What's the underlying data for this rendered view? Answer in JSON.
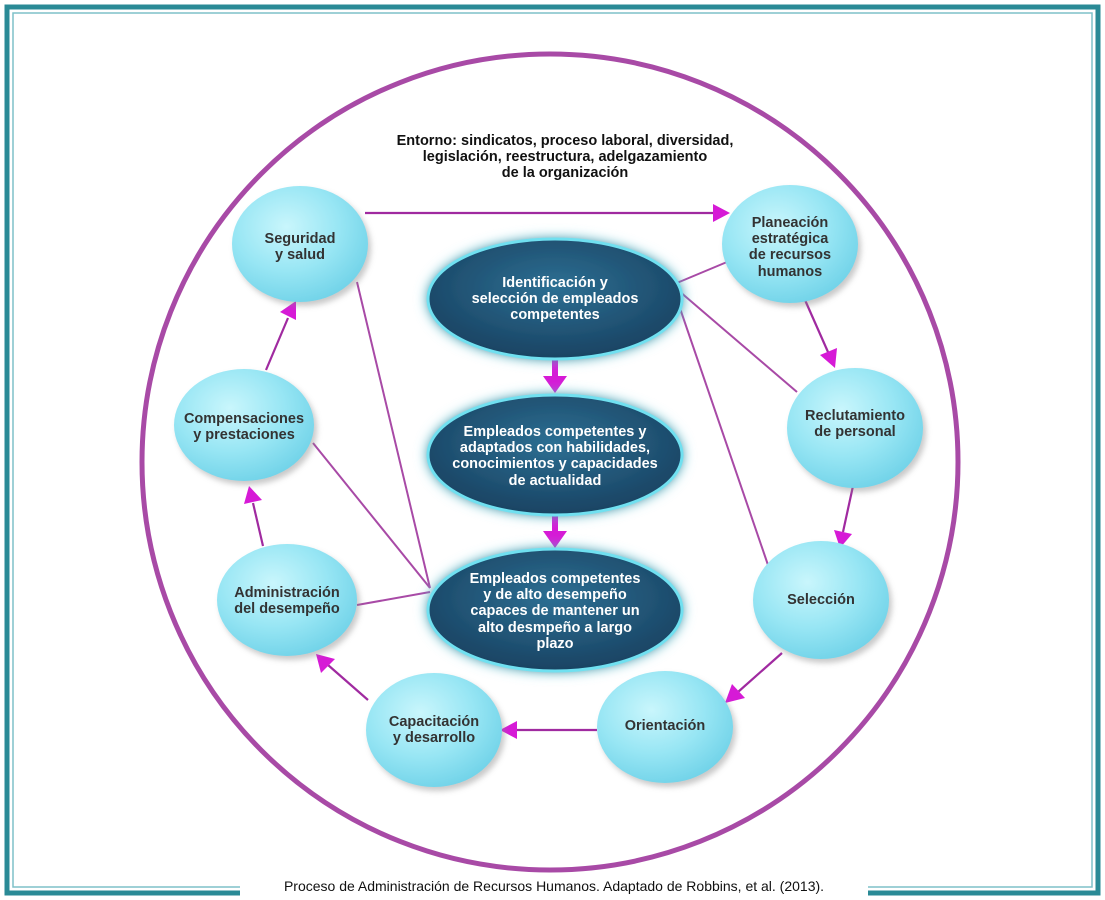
{
  "environment": "Entorno: sindicatos, proceso laboral, diversidad,\nlegislación, reestructura, adelgazamiento\nde la organización",
  "nodes": {
    "planeacion": "Planeación\nestratégica\nde recursos\nhumanos",
    "reclutamiento": "Reclutamiento\nde personal",
    "seleccion": "Selección",
    "orientacion": "Orientación",
    "capacitacion": "Capacitación\ny desarrollo",
    "administracion": "Administración\ndel desempeño",
    "compensaciones": "Compensaciones\ny prestaciones",
    "seguridad": "Seguridad\ny salud"
  },
  "core": {
    "identificacion": "Identificación y\nselección de empleados\ncompetentes",
    "adaptados": "Empleados competentes y\nadaptados con habilidades,\nconocimientos y capacidades\nde actualidad",
    "alto_desempeno": "Empleados competentes\ny de alto desempeño\ncapaces de mantener un\nalto desmpeño a largo\nplazo"
  },
  "caption": "Proceso de Administración de Recursos Humanos. Adaptado de Robbins, et al. (2013).",
  "colors": {
    "frame": "#2a8a96",
    "circle": "#a84aa6",
    "node_fill": "#8fe3f3",
    "core_fill": "#1f5679",
    "arrow": "#a02aa0",
    "arrowhead": "#d61ad6",
    "connector": "#a84aa6"
  }
}
